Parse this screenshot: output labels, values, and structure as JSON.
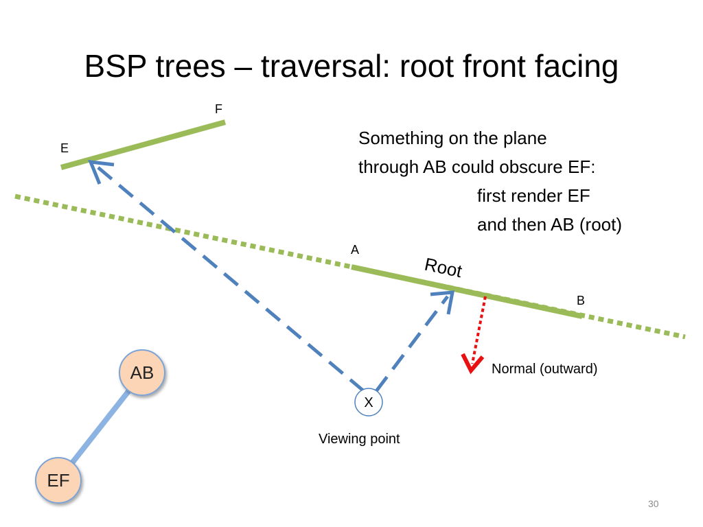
{
  "slide": {
    "title": "BSP trees – traversal: root front facing",
    "page_number": "30"
  },
  "diagram": {
    "labels": {
      "E": "E",
      "F": "F",
      "A": "A",
      "B": "B",
      "root": "Root",
      "viewpoint_marker": "X",
      "viewpoint_caption": "Viewing point",
      "normal_caption": "Normal (outward)"
    },
    "note_lines": [
      "Something on the plane",
      "through AB could obscure EF:",
      "first render EF",
      "and then AB (root)"
    ],
    "tree": {
      "root_node": "AB",
      "child_node": "EF"
    },
    "colors": {
      "segment": "#9bbb59",
      "arrow": "#4f81bd",
      "normal": "#e81010",
      "node_fill": "#fbd5b5",
      "node_stroke": "#7ba3d6",
      "tree_edge": "#8db3e2"
    }
  }
}
